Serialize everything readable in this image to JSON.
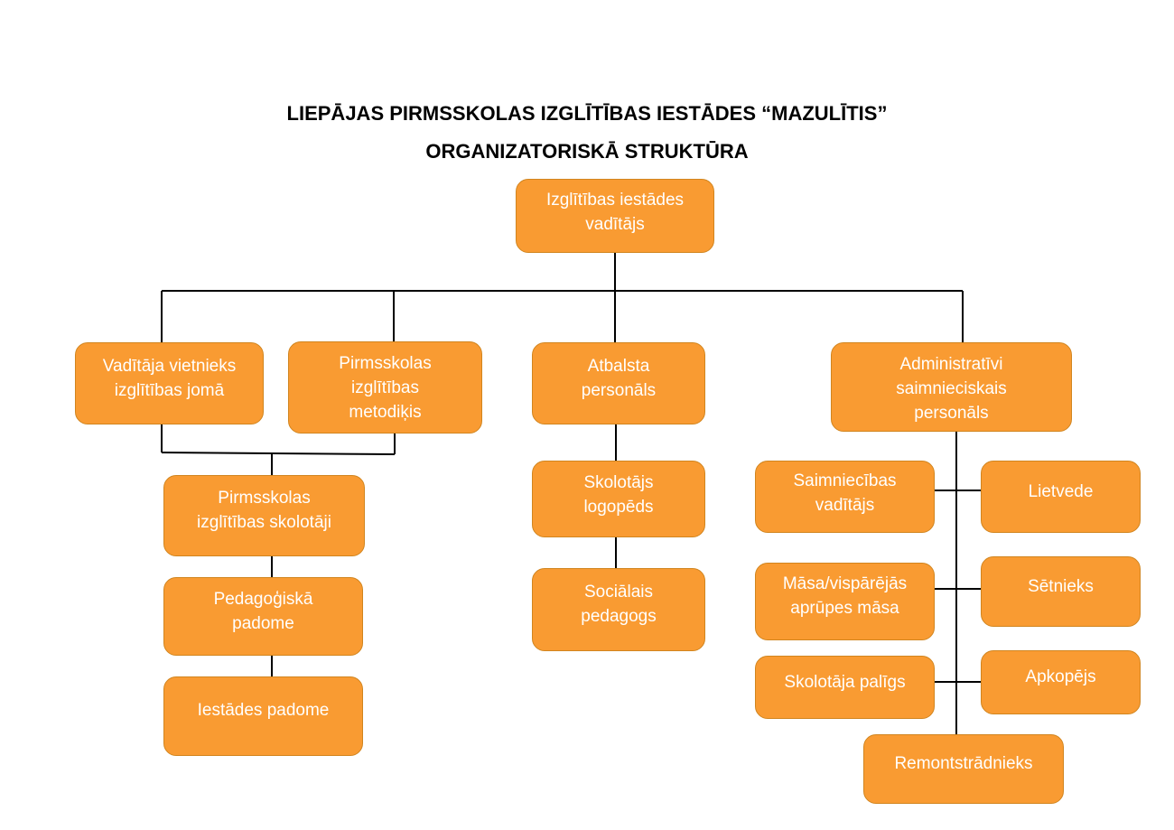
{
  "title": {
    "line1": "LIEPĀJAS PIRMSSKOLAS IZGLĪTĪBAS IESTĀDES “MAZULĪTIS”",
    "line2": "ORGANIZATORISKĀ STRUKTŪRA"
  },
  "nodes": {
    "head": "Izglītības iestādes\nvadītājs",
    "deputy": "Vadītāja vietnieks\nizglītības jomā",
    "methodist": "Pirmsskolas\nizglītības\nmetodiķis",
    "support": "Atbalsta\npersonāls",
    "admin": "Administratīvi\nsaimnieciskais\npersonāls",
    "teachers": "Pirmsskolas\nizglītības skolotāji",
    "ped_council": "Pedagoģiskā\npadome",
    "inst_council": "Iestādes padome",
    "speech": "Skolotājs\nlogopēds",
    "social": "Sociālais\npedagogs",
    "household": "Saimniecības\nvadītājs",
    "clerk": "Lietvede",
    "nurse": "Māsa/vispārējās\naprūpes māsa",
    "janitor": "Sētnieks",
    "assistant": "Skolotāja palīgs",
    "cleaner": "Apkopējs",
    "repair": "Remontstrādnieks"
  },
  "colors": {
    "box_fill": "#f99b32",
    "box_border": "#d1851f",
    "box_text": "#ffffff",
    "connector": "#000000"
  }
}
